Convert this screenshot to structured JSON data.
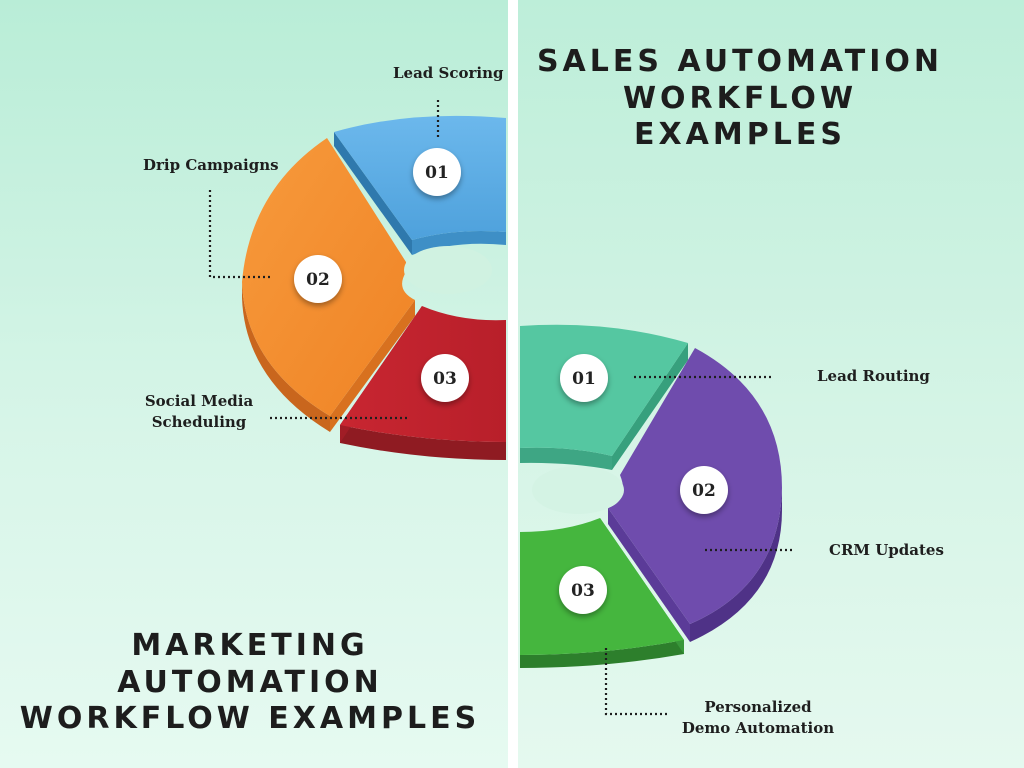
{
  "sales": {
    "title_line1": "SALES AUTOMATION",
    "title_line2": "WORKFLOW EXAMPLES",
    "steps": [
      {
        "number": "01",
        "label": "Lead Routing",
        "color": "#52c6a0"
      },
      {
        "number": "02",
        "label": "CRM Updates",
        "color": "#6f4cab"
      },
      {
        "number": "03",
        "label_line1": "Personalized",
        "label_line2": "Demo Automation",
        "color": "#43b53c"
      }
    ]
  },
  "marketing": {
    "title_line1": "MARKETING AUTOMATION",
    "title_line2": "WORKFLOW EXAMPLES",
    "steps": [
      {
        "number": "01",
        "label": "Lead Scoring",
        "color": "#59ade4"
      },
      {
        "number": "02",
        "label": "Drip Campaigns",
        "color": "#f38a2e"
      },
      {
        "number": "03",
        "label_line1": "Social Media",
        "label_line2": "Scheduling",
        "color": "#c1242d"
      }
    ]
  },
  "colors": {
    "background_top": "#b9edd7",
    "background_bottom": "#e6faf1",
    "divider": "#ffffff",
    "badge": "#ffffff",
    "text": "#1d1d1d"
  }
}
